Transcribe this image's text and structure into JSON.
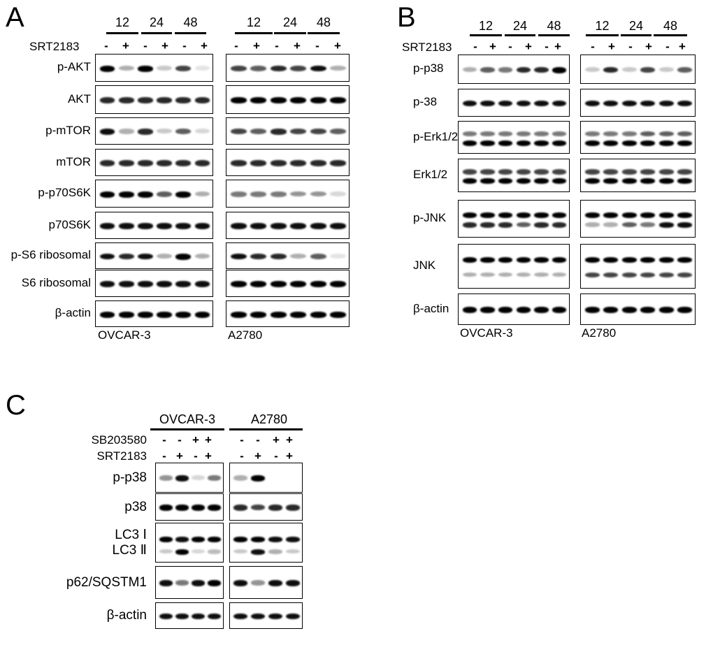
{
  "panelA": {
    "letter": "A",
    "times": [
      "12",
      "24",
      "48"
    ],
    "treatment_label": "SRT2183",
    "signs": [
      "-",
      "+",
      "-",
      "+",
      "-",
      "+"
    ],
    "cell_lines": [
      "OVCAR-3",
      "A2780"
    ],
    "rows": [
      {
        "label": "p-AKT",
        "left": [
          [
            1,
            0.3,
            1,
            0.2,
            0.7,
            0.1
          ]
        ],
        "right": [
          [
            0.7,
            0.6,
            0.8,
            0.7,
            0.9,
            0.3
          ]
        ]
      },
      {
        "label": "AKT",
        "left": [
          [
            0.8,
            0.8,
            0.8,
            0.8,
            0.8,
            0.8
          ]
        ],
        "right": [
          [
            1,
            1,
            1,
            1,
            1,
            1
          ]
        ]
      },
      {
        "label": "p-mTOR",
        "left": [
          [
            0.9,
            0.3,
            0.8,
            0.2,
            0.6,
            0.15
          ]
        ],
        "right": [
          [
            0.7,
            0.6,
            0.8,
            0.7,
            0.7,
            0.6
          ]
        ]
      },
      {
        "label": "mTOR",
        "left": [
          [
            0.8,
            0.8,
            0.8,
            0.8,
            0.8,
            0.8
          ]
        ],
        "right": [
          [
            0.8,
            0.8,
            0.8,
            0.8,
            0.8,
            0.8
          ]
        ]
      },
      {
        "label": "p-p70S6K",
        "left": [
          [
            1,
            1,
            1,
            0.6,
            1,
            0.3
          ]
        ],
        "right": [
          [
            0.5,
            0.5,
            0.5,
            0.4,
            0.4,
            0.15
          ]
        ]
      },
      {
        "label": "p70S6K",
        "left": [
          [
            0.9,
            0.9,
            0.9,
            0.9,
            0.9,
            0.9
          ]
        ],
        "right": [
          [
            0.9,
            0.9,
            0.9,
            0.9,
            0.9,
            0.9
          ]
        ]
      },
      {
        "label": "p-S6 ribosomal",
        "left": [
          [
            0.9,
            0.8,
            0.9,
            0.3,
            1,
            0.3
          ]
        ],
        "right": [
          [
            0.9,
            0.8,
            0.8,
            0.3,
            0.6,
            0.1
          ]
        ]
      },
      {
        "label": "S6 ribosomal",
        "left": [
          [
            0.9,
            0.9,
            0.9,
            0.9,
            0.9,
            0.9
          ]
        ],
        "right": [
          [
            1,
            1,
            1,
            1,
            1,
            1
          ]
        ]
      },
      {
        "label": "β-actin",
        "left": [
          [
            1,
            1,
            1,
            1,
            1,
            1
          ]
        ],
        "right": [
          [
            1,
            1,
            1,
            1,
            1,
            1
          ]
        ]
      }
    ]
  },
  "panelB": {
    "letter": "B",
    "times": [
      "12",
      "24",
      "48"
    ],
    "treatment_label": "SRT2183",
    "signs": [
      "-",
      "+",
      "-",
      "+",
      "-",
      "+"
    ],
    "cell_lines": [
      "OVCAR-3",
      "A2780"
    ],
    "rows": [
      {
        "label": "p-p38",
        "left": [
          [
            0.3,
            0.6,
            0.5,
            0.8,
            0.8,
            1
          ]
        ],
        "right": [
          [
            0.2,
            0.8,
            0.2,
            0.7,
            0.2,
            0.6
          ]
        ]
      },
      {
        "label": "p-38",
        "left": [
          [
            0.9,
            0.9,
            0.9,
            0.9,
            0.9,
            0.9
          ]
        ],
        "right": [
          [
            0.9,
            0.9,
            0.9,
            0.9,
            0.9,
            0.9
          ]
        ]
      },
      {
        "label": "p-Erk1/2",
        "left": [
          [
            0.5,
            0.5,
            0.5,
            0.5,
            0.5,
            0.5
          ],
          [
            1,
            1,
            1,
            1,
            1,
            1
          ]
        ],
        "right": [
          [
            0.5,
            0.5,
            0.5,
            0.6,
            0.6,
            0.6
          ],
          [
            1,
            1,
            1,
            1,
            1,
            1
          ]
        ]
      },
      {
        "label": "Erk1/2",
        "left": [
          [
            0.7,
            0.7,
            0.7,
            0.7,
            0.7,
            0.7
          ],
          [
            1,
            1,
            1,
            1,
            1,
            1
          ]
        ],
        "right": [
          [
            0.7,
            0.7,
            0.7,
            0.7,
            0.7,
            0.7
          ],
          [
            1,
            1,
            1,
            1,
            1,
            1
          ]
        ]
      },
      {
        "label": "p-JNK",
        "left": [
          [
            1,
            1,
            1,
            1,
            1,
            1
          ],
          [
            0.8,
            0.8,
            0.8,
            0.6,
            0.8,
            0.8
          ]
        ],
        "right": [
          [
            1,
            1,
            1,
            1,
            1,
            1
          ],
          [
            0.3,
            0.3,
            0.6,
            0.5,
            0.9,
            0.9
          ]
        ]
      },
      {
        "label": "JNK",
        "left": [
          [
            1,
            1,
            1,
            1,
            1,
            1
          ],
          [
            0.3,
            0.3,
            0.3,
            0.3,
            0.3,
            0.3
          ]
        ],
        "right": [
          [
            1,
            1,
            1,
            1,
            1,
            1
          ],
          [
            0.7,
            0.7,
            0.7,
            0.7,
            0.7,
            0.7
          ]
        ]
      },
      {
        "label": "β-actin",
        "left": [
          [
            1,
            1,
            1,
            1,
            1,
            1
          ]
        ],
        "right": [
          [
            1,
            1,
            1,
            1,
            1,
            1
          ]
        ]
      }
    ]
  },
  "panelC": {
    "letter": "C",
    "cell_lines": [
      "OVCAR-3",
      "A2780"
    ],
    "inhibitor_label": "SB203580",
    "inhibitor_signs": [
      "-",
      "-",
      "+",
      "+"
    ],
    "treatment_label": "SRT2183",
    "treatment_signs": [
      "-",
      "+",
      "-",
      "+"
    ],
    "rows": [
      {
        "label": "p-p38",
        "left": [
          [
            0.4,
            0.9,
            0.15,
            0.5
          ]
        ],
        "right": [
          [
            0.3,
            1,
            0,
            0
          ]
        ]
      },
      {
        "label": "p38",
        "left": [
          [
            1,
            1,
            1,
            1
          ]
        ],
        "right": [
          [
            0.8,
            0.7,
            0.8,
            0.8
          ]
        ]
      },
      {
        "label": "LC3 Ⅰ",
        "label2": "LC3 Ⅱ",
        "left": [
          [
            1,
            0.9,
            1,
            1
          ],
          [
            0.2,
            1,
            0.15,
            0.25
          ]
        ],
        "right": [
          [
            1,
            1,
            0.9,
            0.9
          ],
          [
            0.2,
            0.9,
            0.3,
            0.2
          ]
        ]
      },
      {
        "label": "p62/SQSTM1",
        "left": [
          [
            0.9,
            0.5,
            0.9,
            1
          ]
        ],
        "right": [
          [
            0.9,
            0.4,
            0.9,
            0.9
          ]
        ]
      },
      {
        "label": "β-actin",
        "left": [
          [
            0.9,
            0.9,
            0.9,
            0.9
          ]
        ],
        "right": [
          [
            0.9,
            0.9,
            0.9,
            0.9
          ]
        ]
      }
    ]
  }
}
